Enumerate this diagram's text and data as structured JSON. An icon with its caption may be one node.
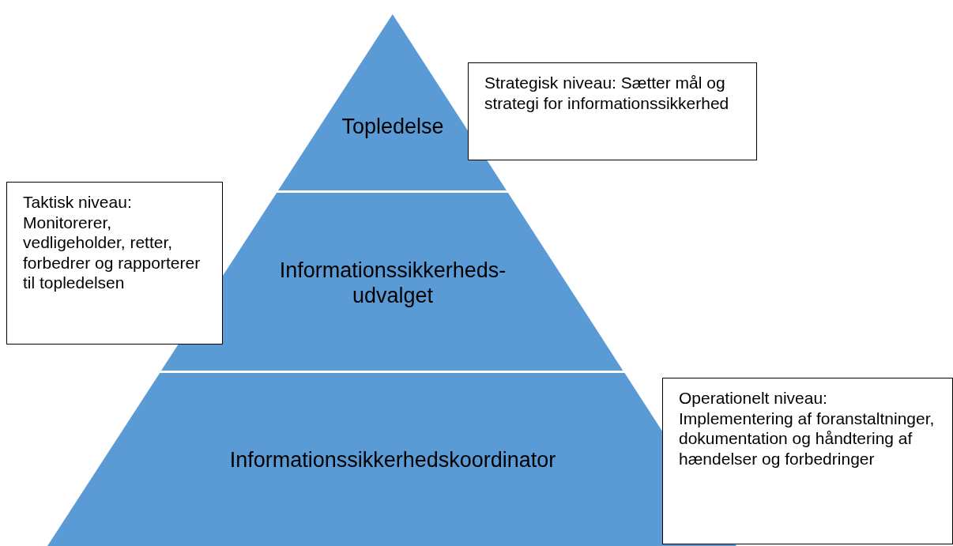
{
  "diagram": {
    "nodes": [
      {
        "text": [
          "Topledelse"
        ]
      },
      {
        "text": [
          "Informationssikkerheds- udvalget"
        ]
      },
      {
        "text": [
          "Informationssikkerhedskoordinator"
        ]
      },
      {
        "text": [
          "Strategisk niveau: Sætter mål og strategi for informationssikkerhed"
        ]
      },
      {
        "text": [
          "Taktisk niveau: Monitorerer, vedligeholder, retter, forbedrer og rapporterer til topledelsen"
        ]
      },
      {
        "text": [
          "Operationelt niveau: Implementering af foranstaltninger, dokumentation og håndtering af hændelser og forbedringer"
        ]
      }
    ]
  }
}
